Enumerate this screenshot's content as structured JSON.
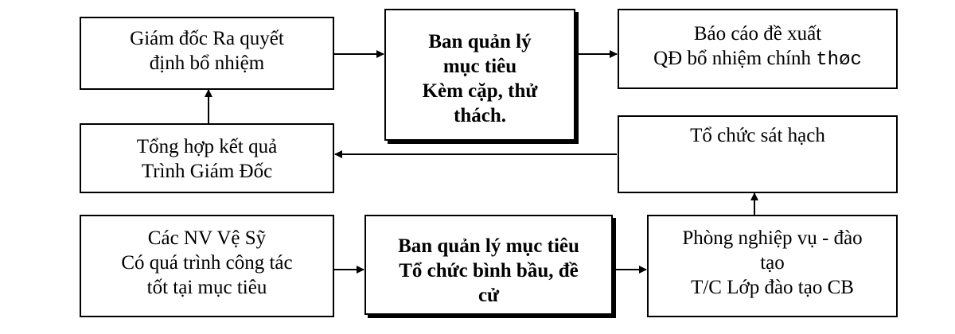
{
  "boxes": {
    "director_decision": {
      "lines": [
        "Giám đốc  Ra quyết",
        "định bổ nhiệm"
      ]
    },
    "target_board_mentoring": {
      "lines": [
        "Ban quản lý",
        "mục tiêu",
        "Kèm cặp, thử",
        "thách."
      ]
    },
    "report_proposal": {
      "line1": "Báo cáo  đề xuất",
      "line2_main": "QĐ bổ nhiệm chính ",
      "line2_tail": "thøc"
    },
    "summary_results": {
      "lines": [
        "Tổng hợp kết quả",
        "Trình Giám Đốc"
      ]
    },
    "evaluation": {
      "lines": [
        "Tổ chức sát hạch"
      ]
    },
    "guard_staff": {
      "lines": [
        "Các NV Vệ Sỹ",
        "Có quá trình công tác",
        "tốt tại mục tiêu"
      ]
    },
    "target_board_election": {
      "lines": [
        "Ban quản lý mục tiêu",
        "Tổ chức bình bầu, đề",
        "cử"
      ]
    },
    "training_dept": {
      "lines": [
        "Phòng nghiệp vụ - đào",
        "tạo",
        "T/C Lớp đào tạo CB"
      ]
    }
  }
}
